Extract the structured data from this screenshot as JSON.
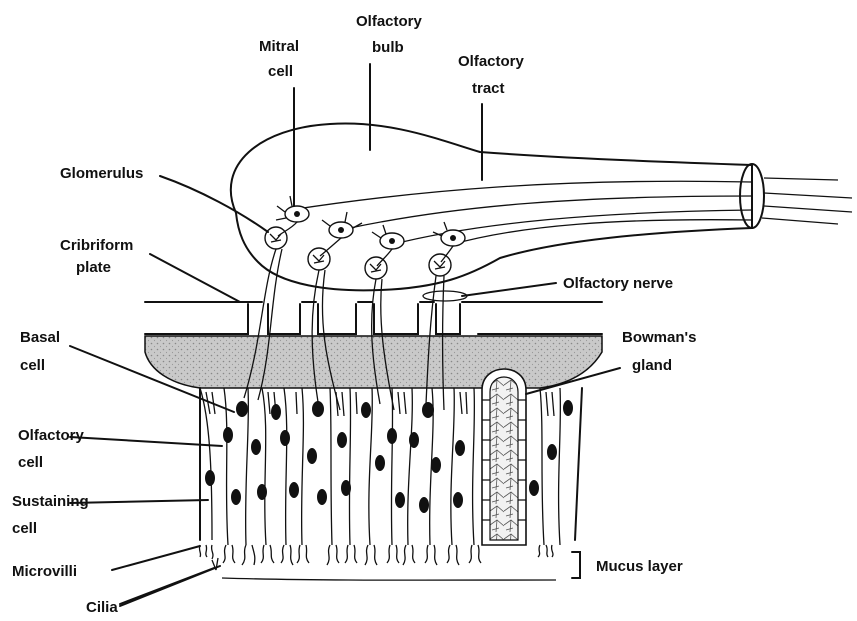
{
  "labels": {
    "olfactory_bulb": [
      "Olfactory",
      "bulb"
    ],
    "mitral_cell": [
      "Mitral",
      "cell"
    ],
    "olfactory_tract": [
      "Olfactory",
      "tract"
    ],
    "glomerulus": "Glomerulus",
    "cribriform_plate": [
      "Cribriform",
      "plate"
    ],
    "olfactory_nerve": "Olfactory nerve",
    "basal_cell": [
      "Basal",
      "cell"
    ],
    "bowmans_gland": [
      "Bowman's",
      "gland"
    ],
    "olfactory_cell": [
      "Olfactory",
      "cell"
    ],
    "sustaining_cell": [
      "Sustaining",
      "cell"
    ],
    "microvilli": "Microvilli",
    "mucus_layer": "Mucus layer",
    "cilia": "Cilia"
  },
  "colors": {
    "ink": "#111111",
    "lamina_propria": "#c4c4c4",
    "background": "#ffffff"
  }
}
